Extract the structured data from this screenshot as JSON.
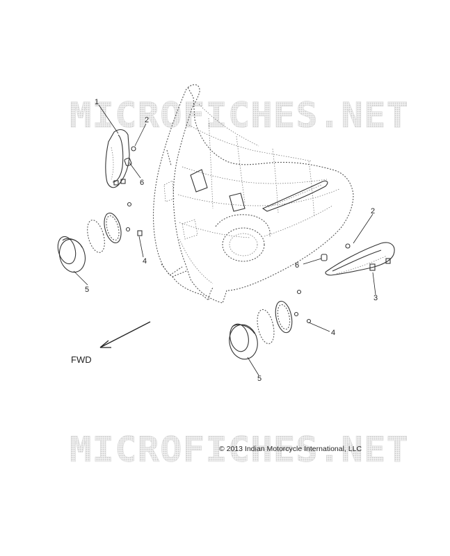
{
  "watermark": {
    "top_text": "MICROFICHES.NET",
    "bottom_text": "MICROFICHES.NET"
  },
  "copyright": "© 2013 Indian Motorcycle International, LLC",
  "direction_label": "FWD",
  "callouts": {
    "c1": "1",
    "c2_left": "2",
    "c6_left": "6",
    "c4_left": "4",
    "c5_left": "5",
    "c2_right": "2",
    "c6_right": "6",
    "c3": "3",
    "c4_right": "4",
    "c5_right": "5"
  }
}
